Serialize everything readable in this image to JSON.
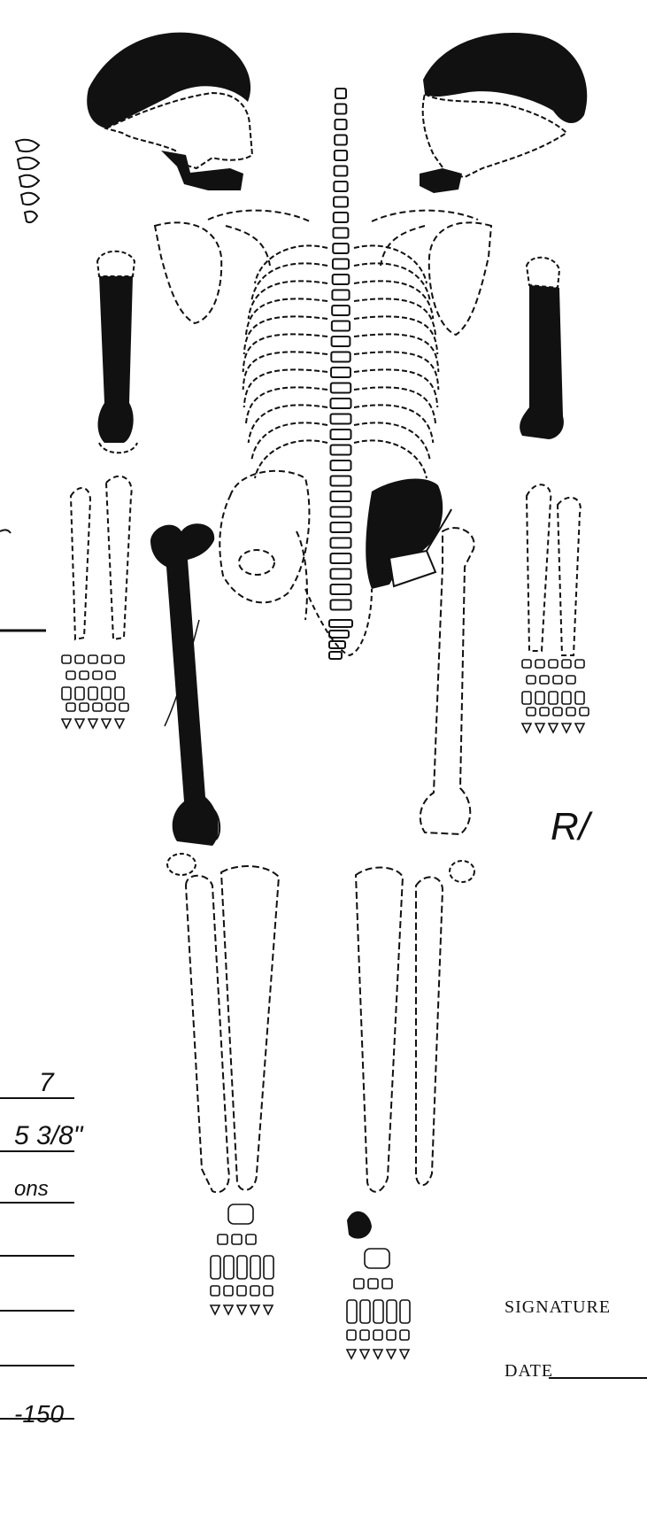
{
  "form": {
    "signature_label": "SIGNATURE",
    "date_label": "DATE",
    "side_marker": "R/"
  },
  "entries": [
    {
      "value": "7"
    },
    {
      "value": "5 3/8\""
    },
    {
      "value": "ons"
    },
    {
      "value": ""
    },
    {
      "value": ""
    },
    {
      "value": ""
    },
    {
      "value": ""
    },
    {
      "value": "-150"
    }
  ],
  "colors": {
    "ink": "#111111",
    "paper": "#ffffff"
  }
}
